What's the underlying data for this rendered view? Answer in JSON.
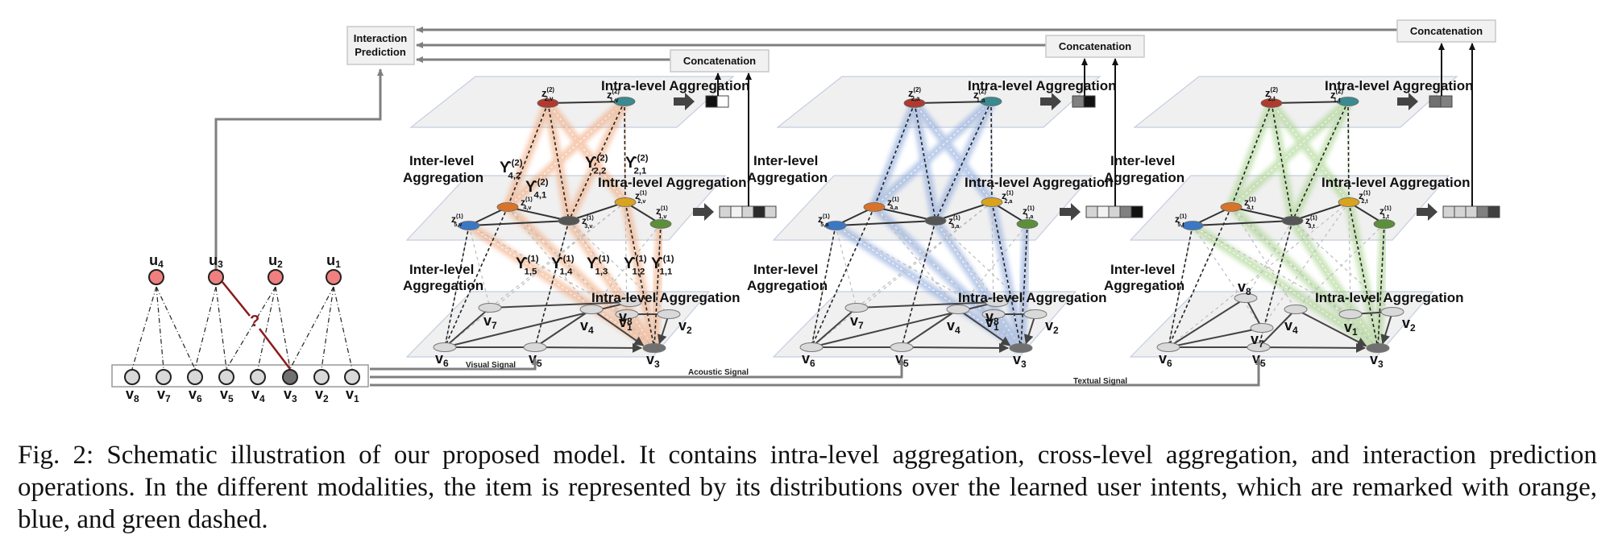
{
  "figure": {
    "interaction_prediction_label": [
      "Interaction",
      "Prediction"
    ],
    "concatenation_label": "Concatenation",
    "intra_level_label": "Intra-level Aggregation",
    "inter_level_label": [
      "Inter-level",
      "Aggregation"
    ],
    "question_mark": "?",
    "users": [
      "u4",
      "u3",
      "u2",
      "u1"
    ],
    "items": [
      "v8",
      "v7",
      "v6",
      "v5",
      "v4",
      "v3",
      "v2",
      "v1"
    ],
    "target_item": "v3",
    "target_user": "u3",
    "modalities": [
      {
        "key": "visual",
        "signal_label": "Visual Signal",
        "subscript": "v",
        "highlight_color": "#f0a070",
        "top_vector": [
          "#111111",
          "#ffffff"
        ],
        "mid_vector": [
          "#d4d4d4",
          "#f2f2f2",
          "#d4d4d4",
          "#2a2a2a",
          "#d4d4d4"
        ]
      },
      {
        "key": "acoustic",
        "signal_label": "Acoustic Signal",
        "subscript": "a",
        "highlight_color": "#7f9fd8",
        "top_vector": [
          "#808080",
          "#111111"
        ],
        "mid_vector": [
          "#d4d4d4",
          "#f2f2f2",
          "#d4d4d4",
          "#808080",
          "#111111"
        ]
      },
      {
        "key": "textual",
        "signal_label": "Textual Signal",
        "subscript": "t",
        "highlight_color": "#9fcf7f",
        "top_vector": [
          "#707070",
          "#808080"
        ],
        "mid_vector": [
          "#d4d4d4",
          "#d4d4d4",
          "#d4d4d4",
          "#808080",
          "#404040"
        ]
      }
    ],
    "gamma_labels_level2": [
      {
        "sub": "4,2",
        "sup": "(2)"
      },
      {
        "sub": "4,1",
        "sup": "(2)"
      },
      {
        "sub": "2,2",
        "sup": "(2)"
      },
      {
        "sub": "2,1",
        "sup": "(2)"
      }
    ],
    "gamma_labels_level1": [
      {
        "sub": "1,5",
        "sup": "(1)"
      },
      {
        "sub": "1,4",
        "sup": "(1)"
      },
      {
        "sub": "1,3",
        "sup": "(1)"
      },
      {
        "sub": "1,2",
        "sup": "(1)"
      },
      {
        "sub": "1,1",
        "sup": "(1)"
      }
    ],
    "node_colors": {
      "z2_2": "#b03a2e",
      "z2_1": "#3a8a8f",
      "z1_5": "#3b78c4",
      "z1_4": "#d8732a",
      "z1_3": "#555555",
      "z1_2": "#d9a21f",
      "z1_1": "#5c8f3a",
      "user": "#f08080",
      "item": "#d9d9d9",
      "item_target": "#707070"
    }
  },
  "caption": "Fig. 2: Schematic illustration of our proposed model. It contains intra-level aggregation, cross-level aggregation, and interaction prediction operations. In the different modalities, the item is represented by its distributions over the learned user intents, which are remarked with orange, blue, and green dashed."
}
